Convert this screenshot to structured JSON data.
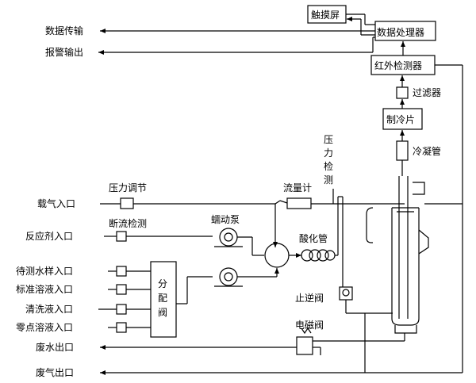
{
  "labels": {
    "touchscreen": "触摸屏",
    "data_processor": "数据处理器",
    "ir_detector": "红外检测器",
    "filter": "过滤器",
    "cooler": "制冷片",
    "condenser": "冷凝管",
    "pressure_detect": [
      "压",
      "力",
      "检",
      "测"
    ],
    "flowmeter": "流量计",
    "pressure_reg": "压力调节",
    "flow_break": "断流检测",
    "peristaltic_pump": "蠕动泵",
    "acid_tube": "酸化管",
    "distributor": [
      "分",
      "配",
      "阀"
    ],
    "check_valve": "止逆阀",
    "solenoid_valve": "电磁阀",
    "data_out": "数据传输",
    "alarm_out": "报警输出",
    "carrier_gas_in": "载气入口",
    "reagent_in": "反应剂入口",
    "sample_in": "待测水样入口",
    "std_in": "标准溶液入口",
    "clean_in": "清洗液入口",
    "zero_in": "零点溶液入口",
    "waste_water_out": "废水出口",
    "waste_gas_out": "废气出口"
  }
}
